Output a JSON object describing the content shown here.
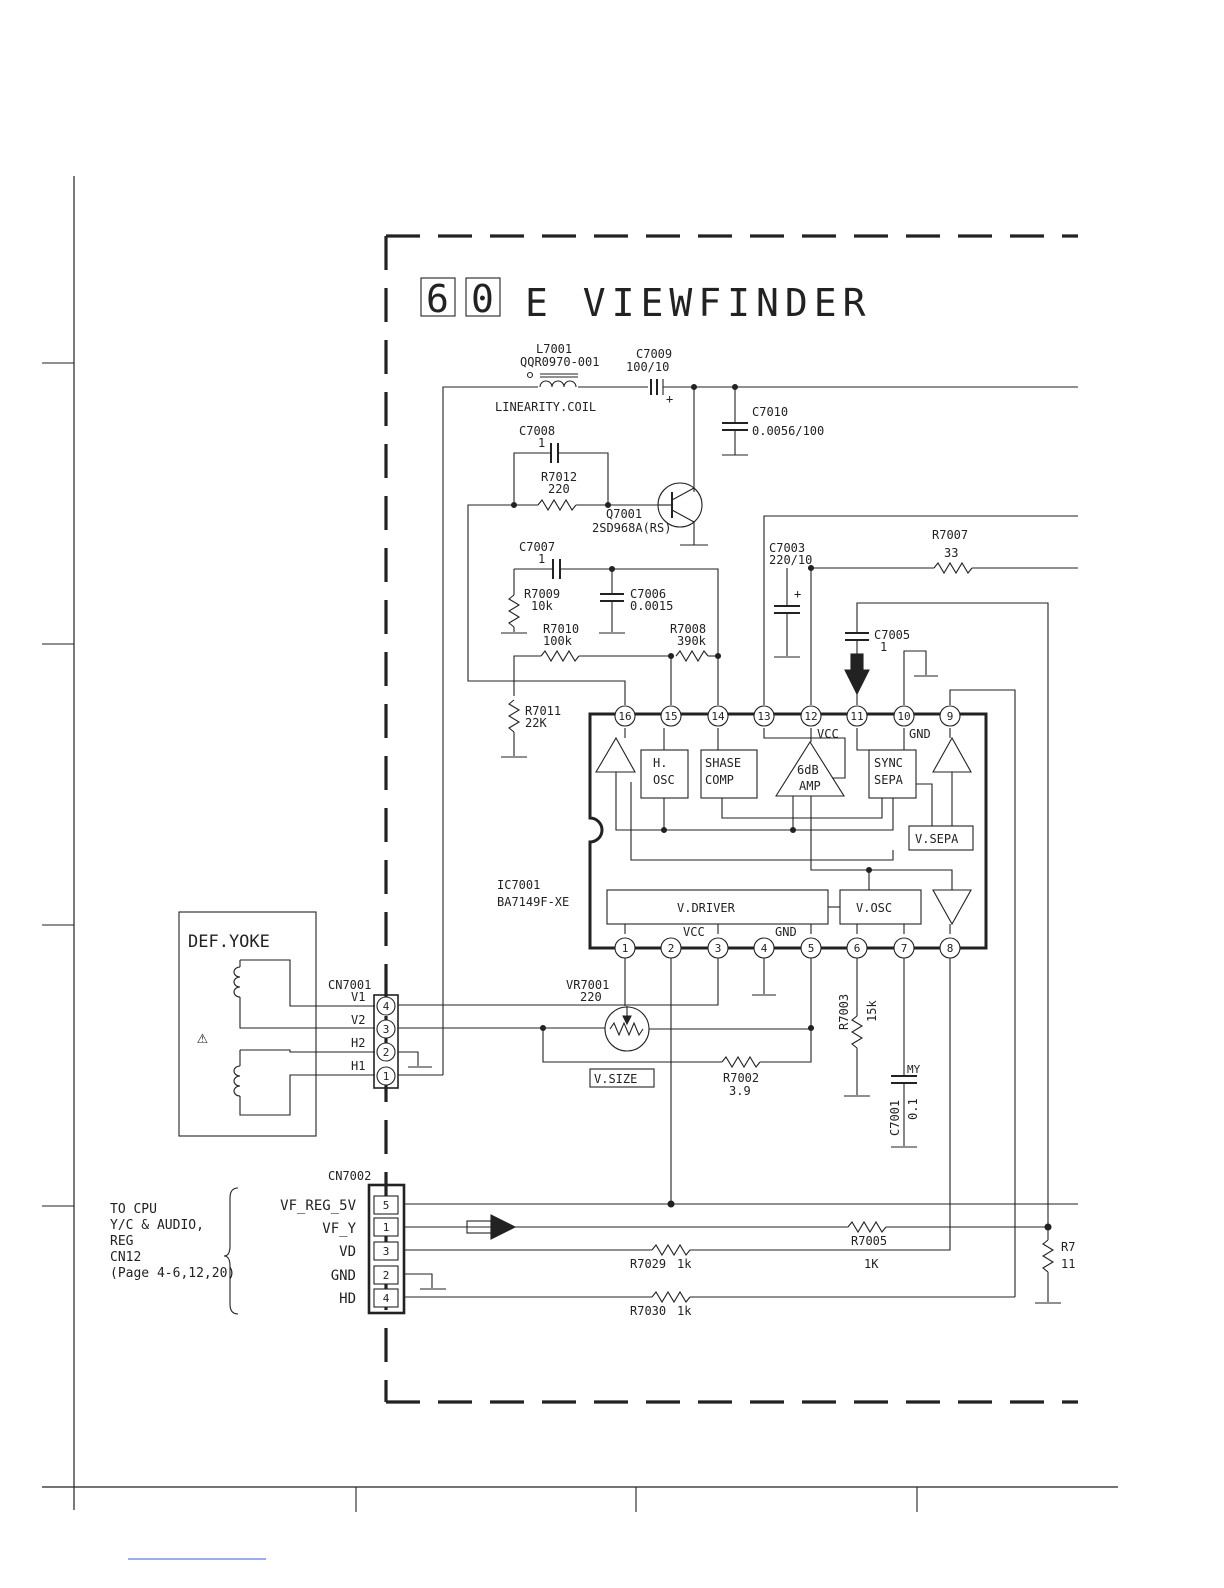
{
  "title": {
    "box1": "6",
    "box2": "0",
    "text": "E VIEWFINDER"
  },
  "ic": {
    "ref": "IC7001",
    "part": "BA7149F-XE",
    "top_pins": [
      "16",
      "15",
      "14",
      "13",
      "12",
      "11",
      "10",
      "9"
    ],
    "bottom_pins": [
      "1",
      "2",
      "3",
      "4",
      "5",
      "6",
      "7",
      "8"
    ],
    "top_labels": {
      "vcc": "VCC",
      "gnd": "GND"
    },
    "bottom_labels": {
      "vcc": "VCC",
      "gnd": "GND"
    },
    "blocks": {
      "hosc1": "H.",
      "hosc2": "OSC",
      "phase1": "SHASE",
      "phase2": "COMP",
      "amp1": "6dB",
      "amp2": "AMP",
      "sync1": "SYNC",
      "sync2": "SEPA",
      "vsepa": "V.SEPA",
      "vdriver": "V.DRIVER",
      "vosc": "V.OSC"
    }
  },
  "components": {
    "l7001": {
      "ref": "L7001",
      "part": "QQR0970-001",
      "desc": "LINEARITY.COIL"
    },
    "c7009": {
      "ref": "C7009",
      "value": "100/10"
    },
    "c7010": {
      "ref": "C7010",
      "value": "0.0056/100"
    },
    "c7008": {
      "ref": "C7008",
      "value": "1"
    },
    "r7012": {
      "ref": "R7012",
      "value": "220"
    },
    "q7001": {
      "ref": "Q7001",
      "part": "2SD968A(RS)"
    },
    "c7007": {
      "ref": "C7007",
      "value": "1"
    },
    "r7009": {
      "ref": "R7009",
      "value": "10k"
    },
    "c7006": {
      "ref": "C7006",
      "value": "0.0015"
    },
    "r7010": {
      "ref": "R7010",
      "value": "100k"
    },
    "r7008": {
      "ref": "R7008",
      "value": "390k"
    },
    "r7011": {
      "ref": "R7011",
      "value": "22K"
    },
    "c7003": {
      "ref": "C7003",
      "value": "220/10"
    },
    "r7007": {
      "ref": "R7007",
      "value": "33"
    },
    "c7005": {
      "ref": "C7005",
      "value": "1"
    },
    "vr7001": {
      "ref": "VR7001",
      "value": "220",
      "function": "V.SIZE"
    },
    "r7002": {
      "ref": "R7002",
      "value": "3.9"
    },
    "r7003": {
      "ref": "R7003",
      "value": "15k"
    },
    "c7001": {
      "ref": "C7001",
      "value": "0.1",
      "note": "MY"
    },
    "r7005": {
      "ref": "R7005",
      "value": "1K"
    },
    "r7029": {
      "ref": "R7029",
      "value": "1k"
    },
    "r7030": {
      "ref": "R7030",
      "value": "1k"
    },
    "r70xx": {
      "ref": "R7",
      "value": "11"
    }
  },
  "yoke": {
    "label": "DEF.YOKE",
    "warning": "⚠"
  },
  "cn7001": {
    "ref": "CN7001",
    "pins": [
      {
        "num": "4",
        "label": "V1"
      },
      {
        "num": "3",
        "label": "V2"
      },
      {
        "num": "2",
        "label": "H2"
      },
      {
        "num": "1",
        "label": "H1"
      }
    ]
  },
  "cn7002": {
    "ref": "CN7002",
    "pins": [
      {
        "num": "5",
        "label": "VF_REG_5V"
      },
      {
        "num": "1",
        "label": "VF_Y"
      },
      {
        "num": "3",
        "label": "VD"
      },
      {
        "num": "2",
        "label": "GND"
      },
      {
        "num": "4",
        "label": "HD"
      }
    ]
  },
  "dest": {
    "line1": "TO CPU",
    "line2": "Y/C & AUDIO,",
    "line3": "REG",
    "line4": "CN12",
    "line5": "(Page 4-6,12,20)"
  }
}
